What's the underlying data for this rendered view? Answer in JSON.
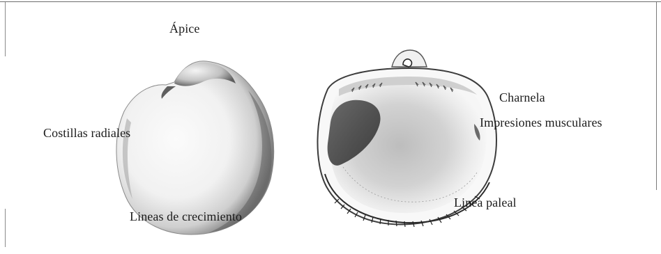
{
  "labels": {
    "apex": "Ápice",
    "hinge": "Charnela",
    "muscle_scars": "Impresiones musculares",
    "radial_ribs": "Costillas radiales",
    "pallial_line": "Linea paleal",
    "growth_lines": "Lineas de crecimiento"
  },
  "colors": {
    "shell_light": "#f4f4f4",
    "shell_shadow": "#6a6a6a",
    "shell_interior": "#c9c9c9",
    "text": "#1c1c1c",
    "frame": "#6d6d6d"
  }
}
